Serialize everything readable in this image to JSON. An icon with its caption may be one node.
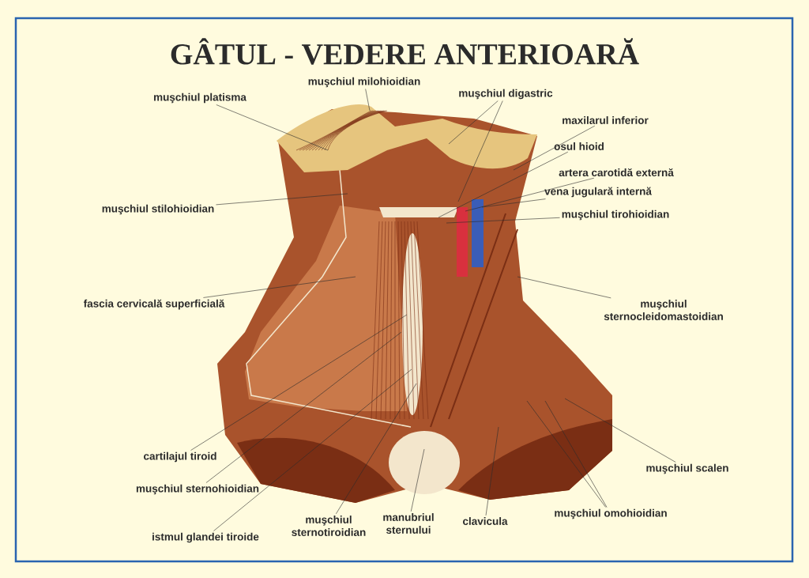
{
  "diagram": {
    "title": "GÂTUL - VEDERE ANTERIOARĂ",
    "nodes": [
      {
        "text": [
          "muşchiul platisma"
        ]
      },
      {
        "text": [
          "muşchiul milohioidian"
        ]
      },
      {
        "text": [
          "muşchiul digastric"
        ]
      },
      {
        "text": [
          "maxilarul inferior"
        ]
      },
      {
        "text": [
          "osul hioid"
        ]
      },
      {
        "text": [
          "artera carotidă externă"
        ]
      },
      {
        "text": [
          "vena jugulară internă"
        ]
      },
      {
        "text": [
          "muşchiul tirohioidian"
        ]
      },
      {
        "text": [
          "muşchiul sternocleidomastoidian"
        ]
      },
      {
        "text": [
          "muşchiul stilohioidian"
        ]
      },
      {
        "text": [
          "fascia cervicală superficială"
        ]
      },
      {
        "text": [
          "cartilajul tiroid"
        ]
      },
      {
        "text": [
          "muşchiul sternohioidian"
        ]
      },
      {
        "text": [
          "istmul glandei tiroide"
        ]
      },
      {
        "text": [
          "muşchiul sternotiroidian"
        ]
      },
      {
        "text": [
          "manubriul sternului"
        ]
      },
      {
        "text": [
          "clavicula"
        ]
      },
      {
        "text": [
          "muşchiul omohioidian"
        ]
      },
      {
        "text": [
          "muşchiul scalen"
        ]
      }
    ],
    "edges": [
      {
        "from": 0,
        "to": null,
        "arrow": "none"
      },
      {
        "from": 1,
        "to": null,
        "arrow": "none"
      },
      {
        "from": 2,
        "to": null,
        "arrow": "none"
      },
      {
        "from": 2,
        "to": null,
        "arrow": "none"
      },
      {
        "from": 3,
        "to": null,
        "arrow": "none"
      },
      {
        "from": 4,
        "to": null,
        "arrow": "none"
      },
      {
        "from": 5,
        "to": null,
        "arrow": "none"
      },
      {
        "from": 6,
        "to": null,
        "arrow": "none"
      },
      {
        "from": 7,
        "to": null,
        "arrow": "none"
      },
      {
        "from": 8,
        "to": null,
        "arrow": "none"
      },
      {
        "from": 9,
        "to": null,
        "arrow": "none"
      },
      {
        "from": 10,
        "to": null,
        "arrow": "none"
      },
      {
        "from": 11,
        "to": null,
        "arrow": "none"
      },
      {
        "from": 12,
        "to": null,
        "arrow": "none"
      },
      {
        "from": 13,
        "to": null,
        "arrow": "none"
      },
      {
        "from": 14,
        "to": null,
        "arrow": "none"
      },
      {
        "from": 15,
        "to": null,
        "arrow": "none"
      },
      {
        "from": 16,
        "to": null,
        "arrow": "none"
      },
      {
        "from": 17,
        "to": null,
        "arrow": "none"
      },
      {
        "from": 17,
        "to": null,
        "arrow": "none"
      },
      {
        "from": 18,
        "to": null,
        "arrow": "none"
      }
    ]
  }
}
